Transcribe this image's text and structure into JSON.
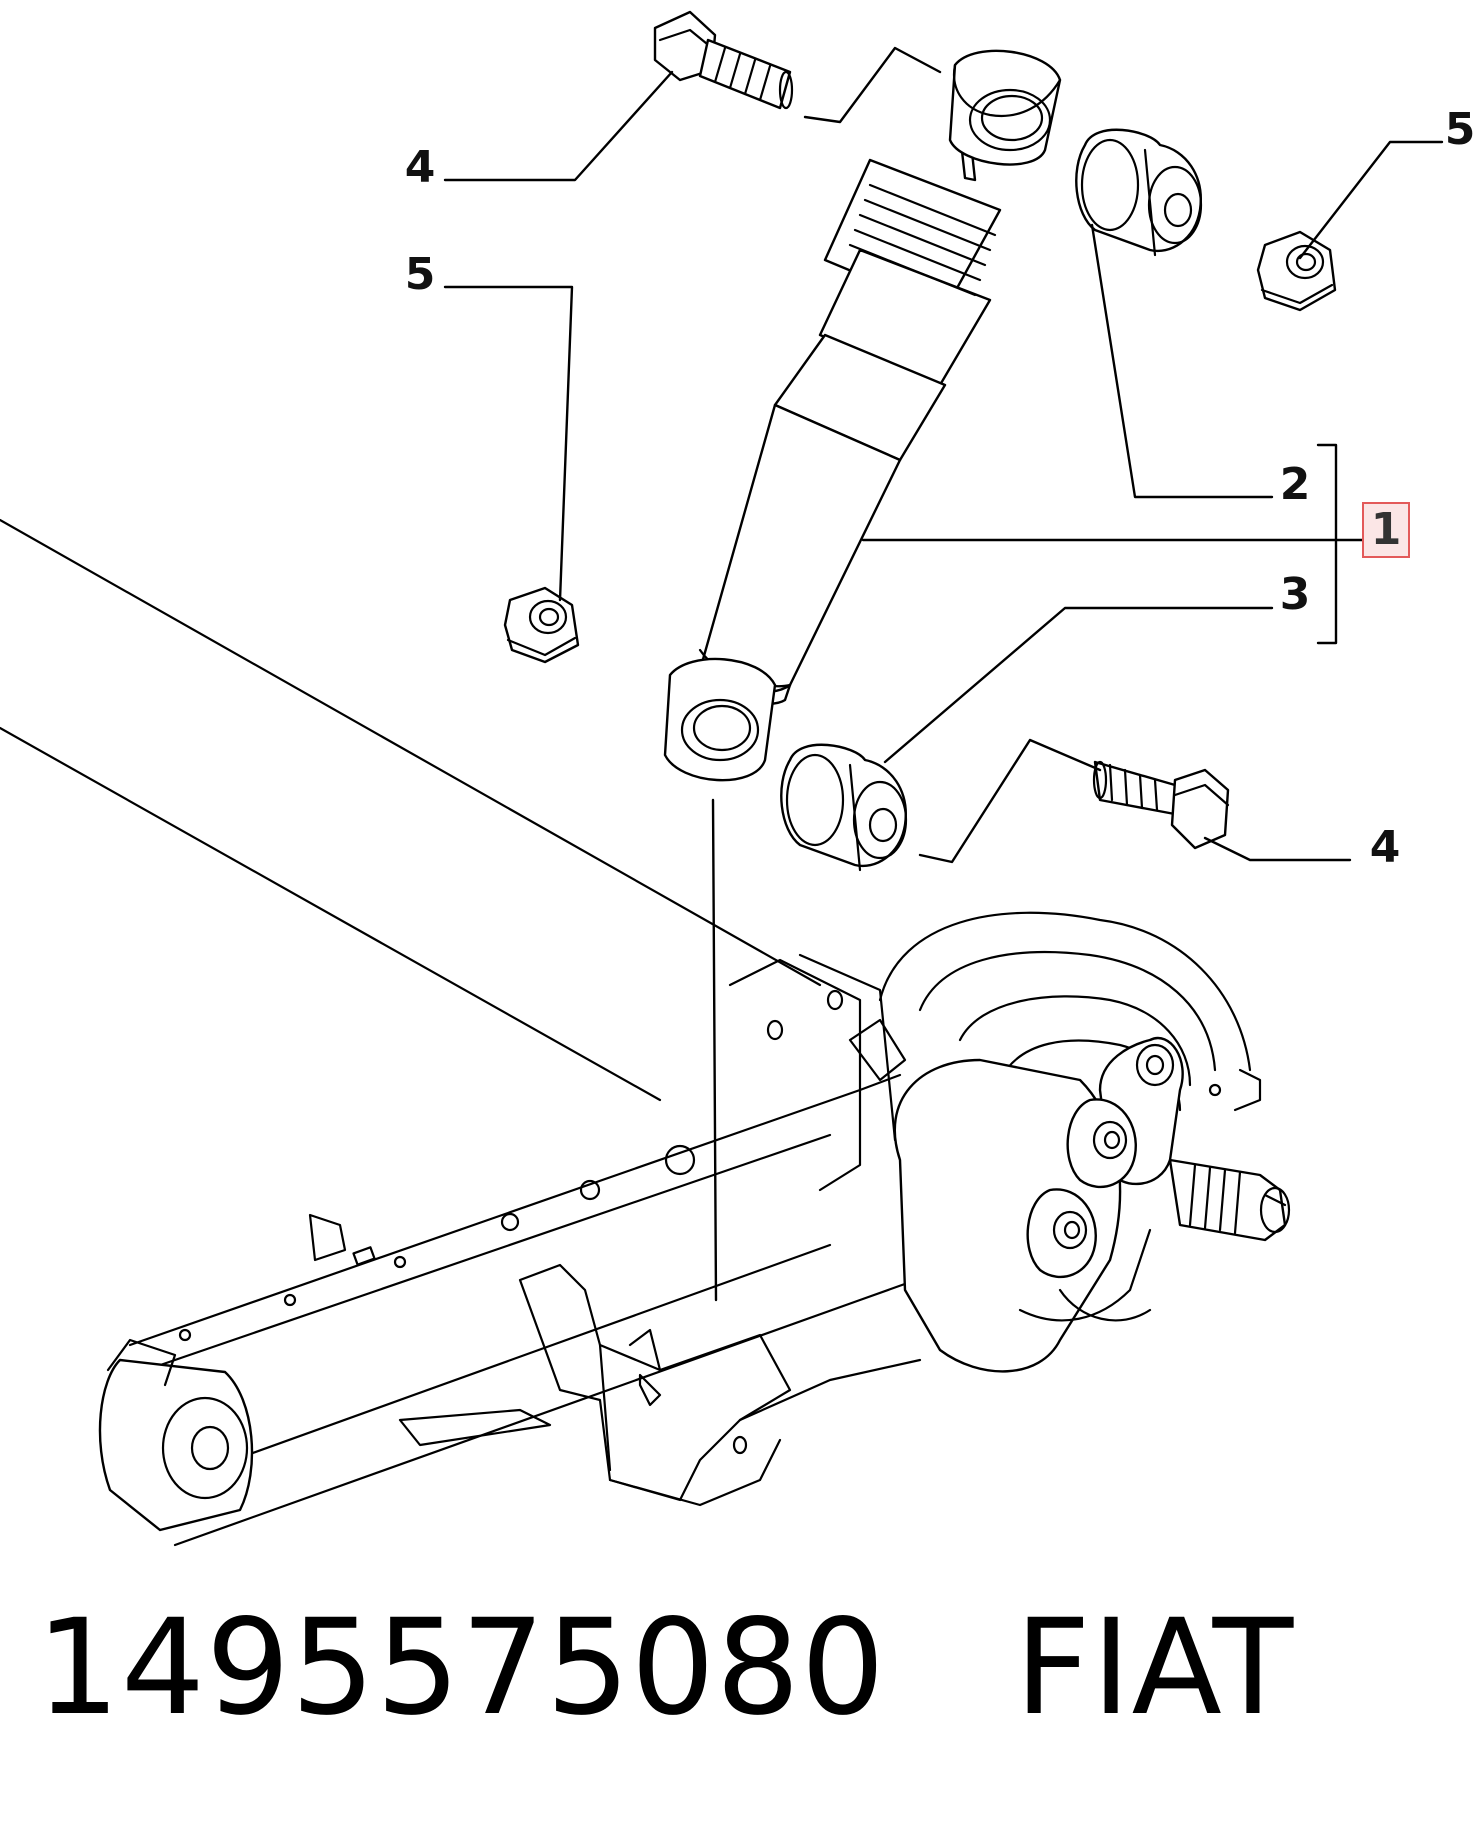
{
  "callouts": {
    "bolt_top": "4",
    "nut_right": "5",
    "nut_left": "5",
    "bushing_upper": "2",
    "shock_absorber": "1",
    "bushing_lower": "3",
    "bolt_bottom": "4"
  },
  "caption": {
    "part_number": "1495575080",
    "brand": "FIAT"
  },
  "colors": {
    "line": "#000000",
    "highlight_border": "#e35a5a",
    "highlight_fill": "#fbe6e6"
  }
}
